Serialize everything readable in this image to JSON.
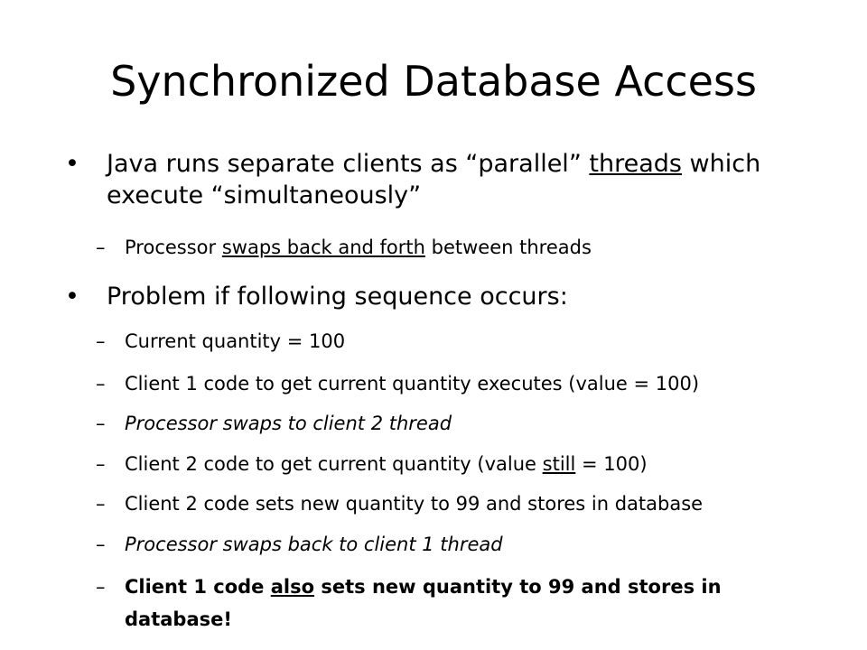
{
  "title": "Synchronized Database Access",
  "bullet_glyph": "•",
  "dash_glyph": "–",
  "bullets": [
    {
      "pre": "Java runs separate clients as “parallel” ",
      "underlined": "threads",
      "post": " which execute “simultaneously”"
    },
    {
      "text": "Problem if following sequence occurs:"
    }
  ],
  "subs": [
    {
      "pre": "Processor ",
      "underlined": "swaps back and forth",
      "post": " between threads"
    },
    {
      "text": "Current quantity = 100"
    },
    {
      "text": "Client 1 code to get current quantity executes (value = 100)"
    },
    {
      "text": "Processor swaps to client 2 thread"
    },
    {
      "pre": "Client 2 code to get current quantity (value ",
      "underlined": "still",
      "post": " = 100)"
    },
    {
      "text": "Client 2 code sets new quantity to 99 and stores in database"
    },
    {
      "text": "Processor swaps back to client 1 thread"
    },
    {
      "pre": "Client 1 code ",
      "underlined": "also",
      "post": " sets new quantity to 99 and stores in database!"
    }
  ]
}
